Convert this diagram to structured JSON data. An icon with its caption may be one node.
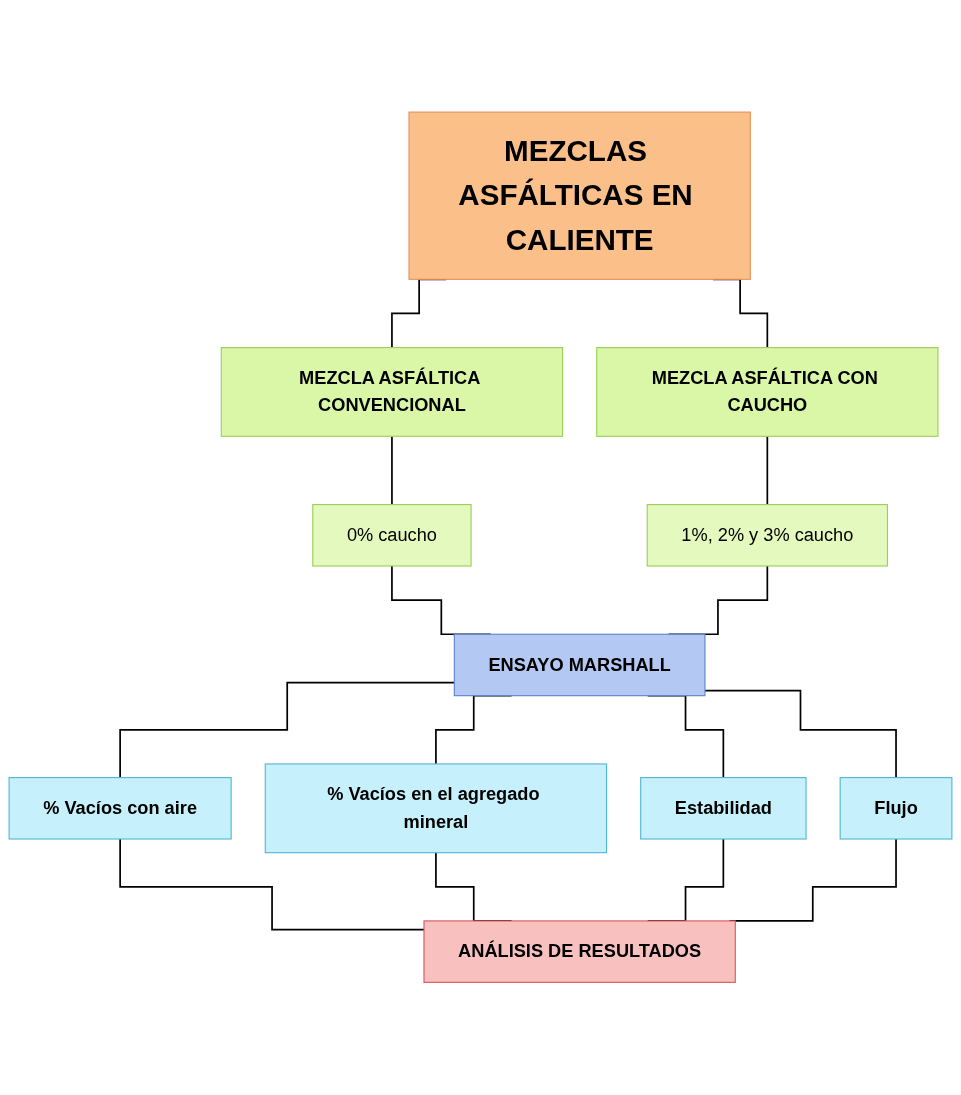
{
  "diagram": {
    "nodes": [
      {
        "text": [
          "MEZCLAS ASFÁLTICAS EN CALIENTE"
        ]
      },
      {
        "text": [
          "MEZCLA ASFÁLTICA CONVENCIONAL"
        ]
      },
      {
        "text": [
          "MEZCLA ASFÁLTICA CON CAUCHO"
        ]
      },
      {
        "text": [
          "0% caucho"
        ]
      },
      {
        "text": [
          "1%, 2% y 3% caucho"
        ]
      },
      {
        "text": [
          "ENSAYO MARSHALL"
        ]
      },
      {
        "text": [
          "% Vacíos con aire"
        ]
      },
      {
        "text": [
          "% Vacíos en el agregado mineral"
        ]
      },
      {
        "text": [
          "Estabilidad"
        ]
      },
      {
        "text": [
          "Flujo"
        ]
      },
      {
        "text": [
          "ANÁLISIS DE RESULTADOS"
        ]
      }
    ],
    "edges": [
      {
        "from": 0,
        "to": 1,
        "arrow": "none"
      },
      {
        "from": 0,
        "to": 2,
        "arrow": "none"
      },
      {
        "from": 1,
        "to": 3,
        "arrow": "none"
      },
      {
        "from": 2,
        "to": 4,
        "arrow": "none"
      },
      {
        "from": 3,
        "to": 5,
        "arrow": "none"
      },
      {
        "from": 4,
        "to": 5,
        "arrow": "none"
      },
      {
        "from": 5,
        "to": 6,
        "arrow": "none"
      },
      {
        "from": 5,
        "to": 7,
        "arrow": "none"
      },
      {
        "from": 5,
        "to": 8,
        "arrow": "none"
      },
      {
        "from": 5,
        "to": 9,
        "arrow": "none"
      },
      {
        "from": 6,
        "to": 10,
        "arrow": "none"
      },
      {
        "from": 7,
        "to": 10,
        "arrow": "none"
      },
      {
        "from": 8,
        "to": 10,
        "arrow": "none"
      },
      {
        "from": 9,
        "to": 10,
        "arrow": "none"
      }
    ]
  }
}
